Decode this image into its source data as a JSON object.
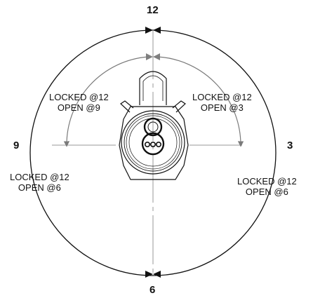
{
  "clock_labels": {
    "top": "12",
    "left": "9",
    "right": "3",
    "bottom": "6"
  },
  "annotations": {
    "upper_left": {
      "line1": "LOCKED @12",
      "line2": "OPEN @9"
    },
    "upper_right": {
      "line1": "LOCKED @12",
      "line2": "OPEN @3"
    },
    "lower_left": {
      "line1": "LOCKED @12",
      "line2": "OPEN @6"
    },
    "lower_right": {
      "line1": "LOCKED @12",
      "line2": "OPEN @6"
    }
  },
  "colors": {
    "outline": "#111111",
    "guide": "#999999",
    "arrow": "#7a7a7a",
    "background": "#ffffff"
  }
}
